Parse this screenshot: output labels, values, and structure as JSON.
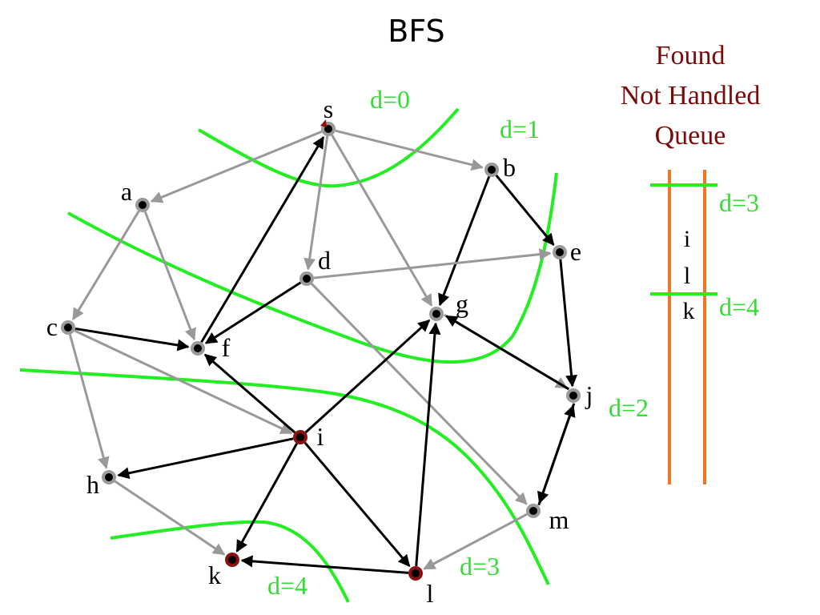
{
  "title": "BFS",
  "legend": [
    "Found",
    "Not Handled",
    "Queue"
  ],
  "colors": {
    "gray_edge": "#999999",
    "black_edge": "#000000",
    "level_line": "#22ee22",
    "queue_line": "#ee7722",
    "legend_text": "#7a0a0a",
    "found_node": "#8b1010"
  },
  "nodes": [
    {
      "id": "s",
      "label": "s",
      "state": "handled"
    },
    {
      "id": "a",
      "label": "a",
      "state": "handled"
    },
    {
      "id": "b",
      "label": "b",
      "state": "handled"
    },
    {
      "id": "c",
      "label": "c",
      "state": "handled"
    },
    {
      "id": "d",
      "label": "d",
      "state": "handled"
    },
    {
      "id": "e",
      "label": "e",
      "state": "handled"
    },
    {
      "id": "f",
      "label": "f",
      "state": "handled"
    },
    {
      "id": "g",
      "label": "g",
      "state": "handled"
    },
    {
      "id": "h",
      "label": "h",
      "state": "handled"
    },
    {
      "id": "i",
      "label": "i",
      "state": "found"
    },
    {
      "id": "j",
      "label": "j",
      "state": "handled"
    },
    {
      "id": "k",
      "label": "k",
      "state": "found"
    },
    {
      "id": "l",
      "label": "l",
      "state": "found"
    },
    {
      "id": "m",
      "label": "m",
      "state": "handled"
    }
  ],
  "edges": [
    {
      "from": "s",
      "to": "a",
      "color": "gray"
    },
    {
      "from": "s",
      "to": "b",
      "color": "gray"
    },
    {
      "from": "s",
      "to": "d",
      "color": "gray"
    },
    {
      "from": "s",
      "to": "g",
      "color": "gray"
    },
    {
      "from": "a",
      "to": "c",
      "color": "gray"
    },
    {
      "from": "a",
      "to": "f",
      "color": "gray"
    },
    {
      "from": "b",
      "to": "e",
      "color": "black"
    },
    {
      "from": "b",
      "to": "g",
      "color": "black"
    },
    {
      "from": "d",
      "to": "e",
      "color": "gray"
    },
    {
      "from": "d",
      "to": "f",
      "color": "black"
    },
    {
      "from": "d",
      "to": "m",
      "color": "gray"
    },
    {
      "from": "c",
      "to": "f",
      "color": "black"
    },
    {
      "from": "c",
      "to": "i",
      "color": "gray"
    },
    {
      "from": "c",
      "to": "h",
      "color": "gray"
    },
    {
      "from": "f",
      "to": "s",
      "color": "black"
    },
    {
      "from": "e",
      "to": "j",
      "color": "black"
    },
    {
      "from": "g",
      "to": "j",
      "color": "gray"
    },
    {
      "from": "j",
      "to": "g",
      "color": "black"
    },
    {
      "from": "j",
      "to": "m",
      "color": "black"
    },
    {
      "from": "m",
      "to": "j",
      "color": "black"
    },
    {
      "from": "m",
      "to": "l",
      "color": "gray"
    },
    {
      "from": "i",
      "to": "f",
      "color": "black"
    },
    {
      "from": "i",
      "to": "g",
      "color": "black"
    },
    {
      "from": "i",
      "to": "h",
      "color": "black"
    },
    {
      "from": "i",
      "to": "k",
      "color": "black"
    },
    {
      "from": "i",
      "to": "l",
      "color": "black"
    },
    {
      "from": "l",
      "to": "g",
      "color": "black"
    },
    {
      "from": "l",
      "to": "k",
      "color": "black"
    },
    {
      "from": "h",
      "to": "k",
      "color": "gray"
    }
  ],
  "levels": [
    {
      "id": "d0",
      "label": "d=0"
    },
    {
      "id": "d1",
      "label": "d=1"
    },
    {
      "id": "d2",
      "label": "d=2"
    },
    {
      "id": "d3",
      "label": "d=3"
    },
    {
      "id": "d4",
      "label": "d=4"
    }
  ],
  "queue": {
    "items": [
      "i",
      "l",
      "k"
    ],
    "upper_label": "d=3",
    "lower_label": "d=4"
  }
}
